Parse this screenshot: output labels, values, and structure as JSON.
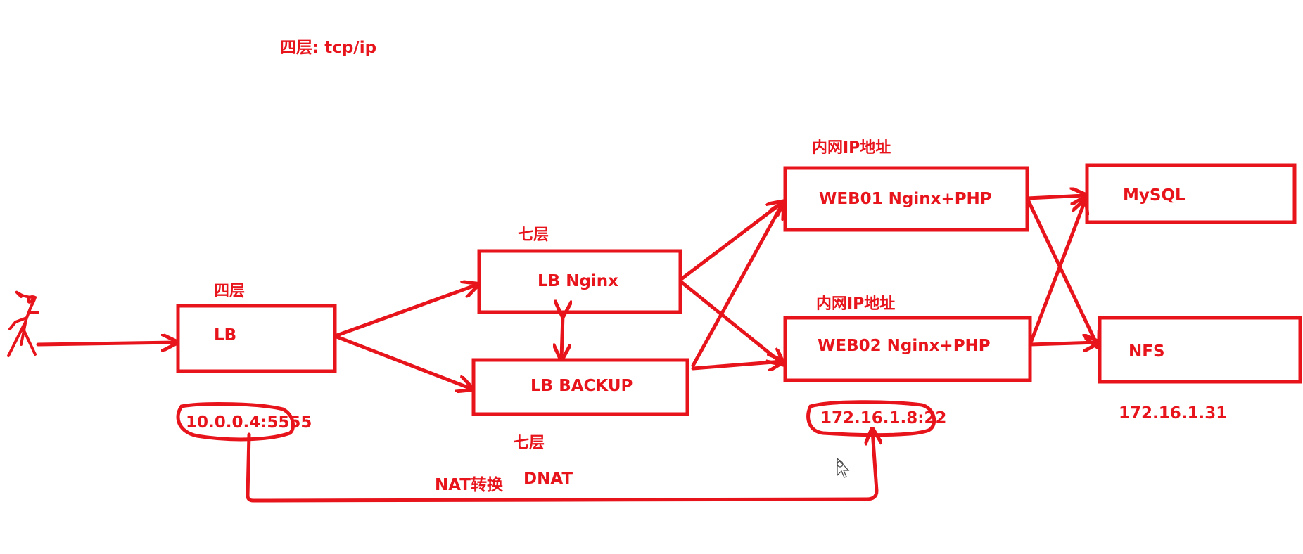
{
  "diagram": {
    "title": "四层: tcp/ip",
    "color": "#e8141c",
    "nodes": {
      "lb": {
        "label": "LB",
        "layer_label": "四层"
      },
      "lb_nginx": {
        "label": "LB Nginx",
        "layer_label": "七层"
      },
      "lb_backup": {
        "label": "LB BACKUP",
        "layer_label": "七层"
      },
      "web01": {
        "label": "WEB01 Nginx+PHP",
        "note": "内网IP地址"
      },
      "web02": {
        "label": "WEB02 Nginx+PHP",
        "note": "内网IP地址"
      },
      "mysql": {
        "label": "MySQL"
      },
      "nfs": {
        "label": "NFS",
        "ip": "172.16.1.31"
      }
    },
    "public_addr": "10.0.0.4:5555",
    "private_addr": "172.16.1.8:22",
    "nat_label": "NAT转换",
    "dnat_label": "DNAT",
    "icons": {
      "user": "stick-figure-icon",
      "cursor": "mouse-cursor-icon"
    }
  }
}
